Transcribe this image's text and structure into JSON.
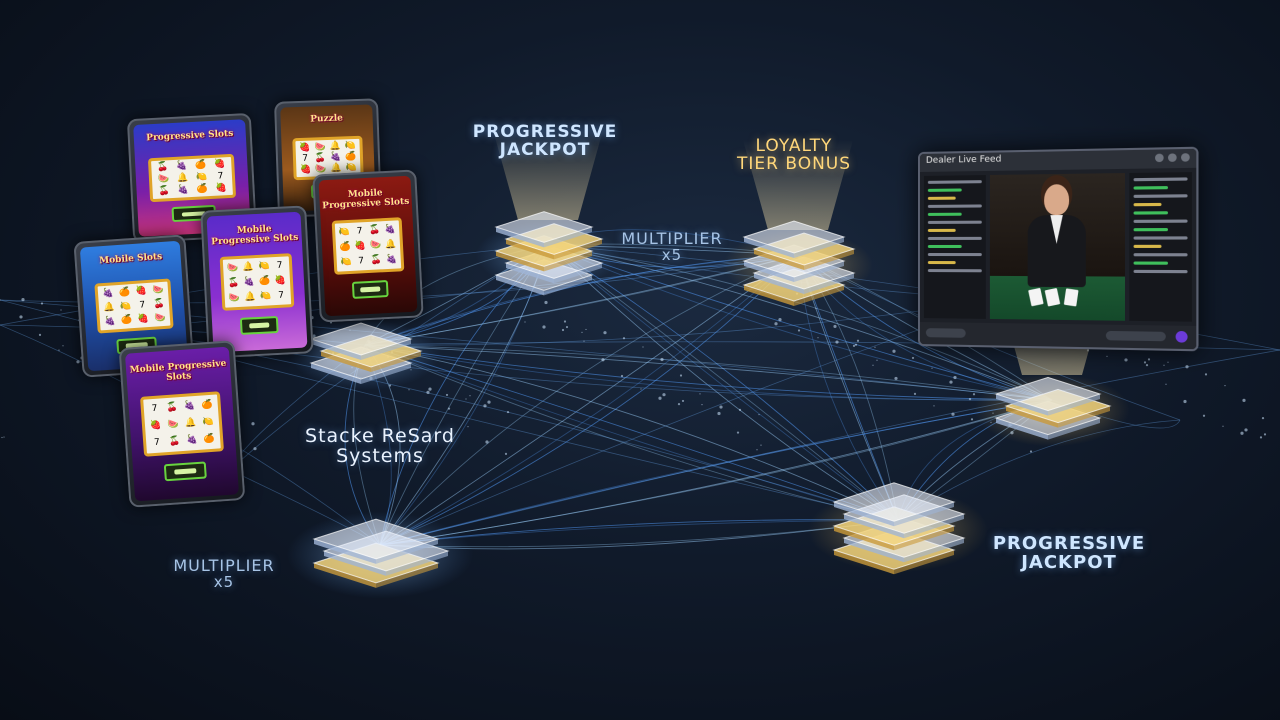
{
  "scene": {
    "labels": {
      "progressive_jackpot_top": {
        "line1": "PROGRESSIVE",
        "line2": "JACKPOT"
      },
      "loyalty_tier_bonus": {
        "line1": "LOYALTY",
        "line2": "TIER BONUS"
      },
      "multiplier_center": {
        "line1": "MULTIPLIER",
        "line2": "x5"
      },
      "stacked_reward_systems": {
        "line1": "Stacke ReSard",
        "line2": "Systems"
      },
      "multiplier_bottom_left": {
        "line1": "MULTIPLIER",
        "line2": "x5"
      },
      "progressive_jackpot_bottom_right": {
        "line1": "PROGRESSIVE",
        "line2": "JACKPOT"
      }
    },
    "live_dealer_panel": {
      "title": "Dealer Live Feed"
    },
    "phones": [
      {
        "title": "Progressive Slots"
      },
      {
        "title": "Puzzle"
      },
      {
        "title": "Mobile Progressive Slots"
      },
      {
        "title": "Mobile Slots"
      },
      {
        "title": "Mobile Progressive Slots"
      },
      {
        "title": "Mobile Progressive Slots"
      }
    ],
    "colors": {
      "background": "#0b121e",
      "glow_blue": "#6fb7ff",
      "gold_layer": "#f3d37a",
      "white_layer": "#e8eefc",
      "label_blue": "#cfe6ff",
      "label_gold": "#ffd77a"
    }
  }
}
